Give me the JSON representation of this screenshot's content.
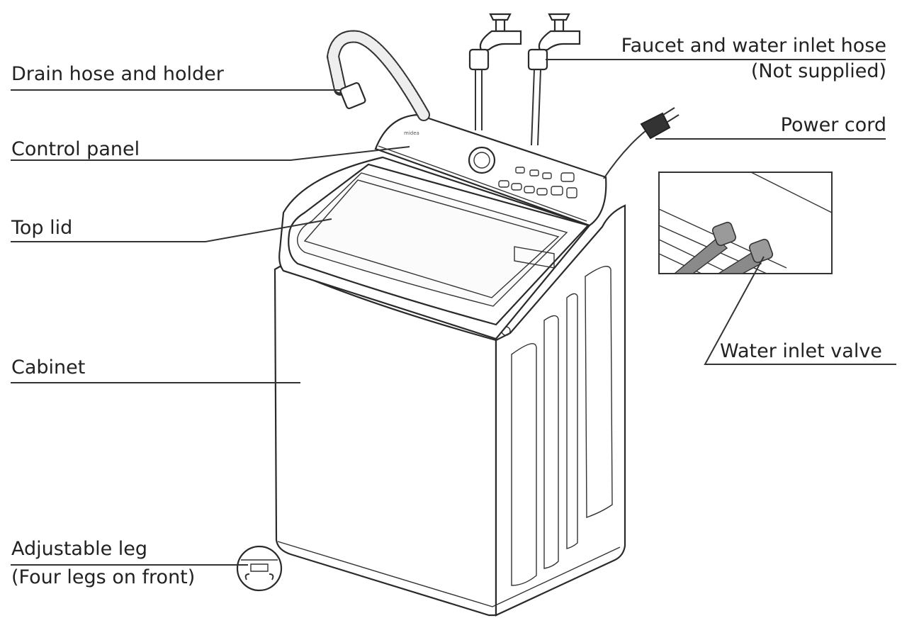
{
  "labels": {
    "drain_hose": "Drain hose and holder",
    "control_panel": "Control panel",
    "top_lid": "Top lid",
    "cabinet": "Cabinet",
    "adjustable_leg": "Adjustable leg",
    "adjustable_leg_note": "(Four legs on front)",
    "faucet": "Faucet and water inlet hose",
    "faucet_note": "(Not supplied)",
    "power_cord": "Power cord",
    "water_inlet_valve": "Water inlet valve"
  }
}
